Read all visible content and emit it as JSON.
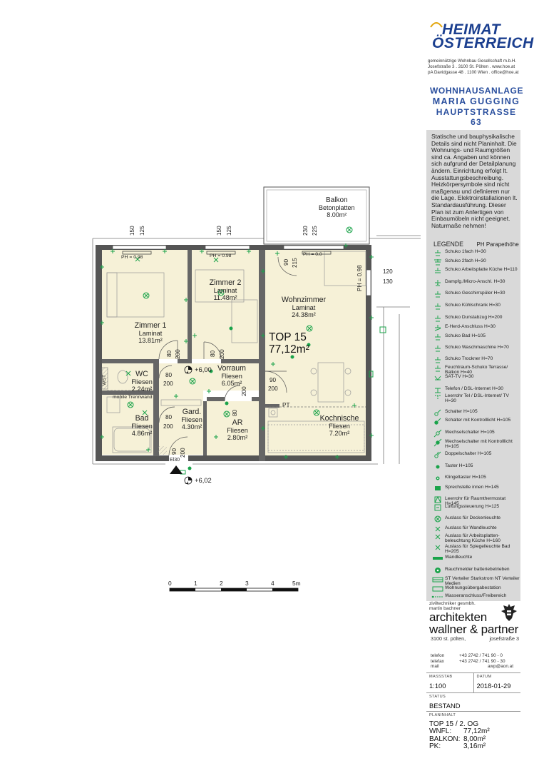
{
  "company": {
    "name_line1": "HEIMAT",
    "name_line2": "ÖSTERREICH",
    "subtitle_lines": [
      "gemeinnützige Wohnbau Gesellschaft m.b.H.",
      "Josefstraße 3 . 3100 St. Pölten . www.hoe.at",
      "pA Davidgasse 48 . 1100 Wien . office@hoe.at"
    ]
  },
  "project": {
    "line1": "WOHNHAUSANLAGE",
    "line2": "MARIA GUGGING",
    "line3": "HAUPTSTRASSE 63"
  },
  "notes": "Statische und bauphysikalische Details sind nicht Planinhalt. Die Wohnungs- und Raumgrößen sind ca. Angaben und können sich aufgrund der Detailplanung ändern. Einrichtung erfolgt lt. Ausstattungsbeschreibung. Heizkörpersymbole sind nicht maßgenau und definieren nur die Lage. Elektroinstallationen lt. Standardausführung. Dieser Plan ist zum Anfertigen von Einbaumöbeln nicht geeignet. Naturmaße nehmen!",
  "legend": {
    "title": "LEGENDE",
    "ph_label": "PH  Parapethöhe",
    "items": [
      {
        "icon": "schuko-1fach-icon",
        "text": "Schuko 1fach H=30"
      },
      {
        "icon": "schuko-2fach-icon",
        "text": "Schuko 2fach H=30"
      },
      {
        "icon": "schuko-arbeitsplatte-icon",
        "text": "Schuko Arbeitsplatte Küche H=110"
      },
      {
        "icon": "dampfg-icon",
        "text": "Dampfg./Micro-Anschl. H=30"
      },
      {
        "icon": "geschirrspueler-icon",
        "text": "Schuko Geschirrspüler H=30"
      },
      {
        "icon": "kuehlschrank-icon",
        "text": "Schuko Kühlschrank H=30"
      },
      {
        "icon": "dunstabzug-icon",
        "text": "Schuko Dunstabzug H=200"
      },
      {
        "icon": "e-herd-icon",
        "text": "E-Herd-Anschluss H=30"
      },
      {
        "icon": "schuko-bad-icon",
        "text": "Schuko Bad H=105"
      },
      {
        "icon": "waschmaschine-icon",
        "text": "Schuko Waschmaschine H=70"
      },
      {
        "icon": "trockner-icon",
        "text": "Schuko Trockner H=70"
      },
      {
        "icon": "feuchtraum-icon",
        "text": "Feuchtraum-Schuko Terrasse/ Balkon H=40"
      },
      {
        "icon": "sat-tv-icon",
        "text": "SAT-TV H=30"
      },
      {
        "icon": "telefon-icon",
        "text": "Telefon / DSL-Internet H=30"
      },
      {
        "icon": "leerrohr-tv-icon",
        "text": "Leerrohr Tel / DSL-Internet/ TV H=30"
      },
      {
        "icon": "schalter-icon",
        "text": "Schalter H=105"
      },
      {
        "icon": "schalter-kontrolllicht-icon",
        "text": "Schalter mit Kontrolllicht H=105"
      },
      {
        "icon": "wechselschalter-icon",
        "text": "Wechselschalter H=105"
      },
      {
        "icon": "wechselschalter-kontroll-icon",
        "text": "Wechselschalter mit Kontrolllicht H=105"
      },
      {
        "icon": "doppelschalter-icon",
        "text": "Doppelschalter H=105"
      },
      {
        "icon": "taster-icon",
        "text": "Taster H=105"
      },
      {
        "icon": "klingeltaster-icon",
        "text": "Klingeltaster H=105"
      },
      {
        "icon": "sprechstelle-icon",
        "text": "Sprechstelle innen H=145"
      },
      {
        "icon": "raumthermostat-icon",
        "text": "Leerrohr für Raumthermostat H=145"
      },
      {
        "icon": "lueftung-icon",
        "text": "Lüftungssteuerung H=125"
      },
      {
        "icon": "deckenleuchte-icon",
        "text": "Auslass für Deckenleuchte"
      },
      {
        "icon": "wandleuchte-icon",
        "text": "Auslass für Wandleuchte"
      },
      {
        "icon": "arbeitsplatten-leuchte-icon",
        "text": "Auslass für Arbeitsplatten-beleuchtung Küche H=160"
      },
      {
        "icon": "spiegelleuchte-icon",
        "text": "Auslass für Spiegelleuchte Bad H=205"
      },
      {
        "icon": "wandleuchte-bar-icon",
        "text": "Wandleuchte"
      },
      {
        "icon": "rauchmelder-icon",
        "text": "Rauchmelder batteriebetrieben"
      },
      {
        "icon": "verteiler-icon",
        "text": "ST Verteiler Starkstrom NT Verteiler Medien"
      },
      {
        "icon": "wohnungsuebergabe-icon",
        "text": "Wohnungsübergabestation"
      },
      {
        "icon": "wasseranschluss-icon",
        "text": "Wasseranschluss/Freibereich"
      }
    ]
  },
  "architect": {
    "small_lines": [
      "ziviltechniker gesmbh.",
      "martin bachner"
    ],
    "name_line1": "architekten",
    "name_line2": "wallner & partner",
    "city": "3100 st. pölten,",
    "street": "josefstraße 3",
    "contact": [
      {
        "label": "telefon",
        "value": "+43 2742 / 741 90 -  0"
      },
      {
        "label": "telefax",
        "value": "+43 2742 / 741 90 - 30"
      },
      {
        "label": "mail",
        "value": "awp@aon.at"
      }
    ]
  },
  "titleblock": {
    "scale_label": "MASSSTAB",
    "scale_value": "1:100",
    "date_label": "DATUM",
    "date_value": "2018-01-29",
    "status_label": "STATUS",
    "status_value": "BESTAND",
    "plan_label": "PLANINHALT",
    "plan_title": "TOP 15 / 2. OG",
    "wnfl_label": "WNFL:",
    "wnfl_value": "77,12m²",
    "balkon_label": "BALKON:",
    "balkon_value": "8,00m²",
    "pk_label": "PK:",
    "pk_value": "3,16m²"
  },
  "plan": {
    "top_name": "TOP 15",
    "top_area": "77,12m²",
    "rooms": [
      {
        "name": "Zimmer 1",
        "floor": "Laminat",
        "area": "13.81m²"
      },
      {
        "name": "Zimmer 2",
        "floor": "Laminat",
        "area": "11.48m²"
      },
      {
        "name": "Wohnzimmer",
        "floor": "Laminat",
        "area": "24.38m²"
      },
      {
        "name": "Vorraum",
        "floor": "Fliesen",
        "area": "6.05m²"
      },
      {
        "name": "WC",
        "floor": "Fliesen",
        "area": "2.24m²"
      },
      {
        "name": "Bad",
        "floor": "Fliesen",
        "area": "4.86m²"
      },
      {
        "name": "Gard.",
        "floor": "Fliesen",
        "area": "4.30m²"
      },
      {
        "name": "AR",
        "floor": "Fliesen",
        "area": "2.80m²"
      },
      {
        "name": "Kochnische",
        "floor": "Fliesen",
        "area": "7.20m²"
      }
    ],
    "balkon": {
      "name": "Balkon",
      "floor": "Betonplatten",
      "area": "8.00m²"
    },
    "ph": [
      "PH = 0.98",
      "PH = 0.98",
      "PH = 0.0",
      "PH = 0.98"
    ],
    "dims": {
      "w1a": "150",
      "w1b": "125",
      "w2a": "150",
      "w2b": "125",
      "w3a": "230",
      "w3b": "225",
      "d90": "90",
      "d215": "215",
      "r120": "120",
      "r130": "130",
      "z1a": "80",
      "z1b": "200",
      "z2a": "80",
      "z2b": "200",
      "wc80": "80",
      "wc200": "200",
      "bad80": "80",
      "bad200": "200",
      "ar80": "80",
      "ar200": "200",
      "wz90": "90",
      "wz200": "200",
      "ent90": "90",
      "ent200": "200"
    },
    "elev1": "+6,00",
    "elev2": "+6,02",
    "pt": "PT",
    "trennwand": "mobile Trennwand",
    "wst": "WST",
    "ent_dim": "El30"
  },
  "scale_bar": {
    "labels": [
      "0",
      "1",
      "2",
      "3",
      "4",
      "5m"
    ]
  }
}
